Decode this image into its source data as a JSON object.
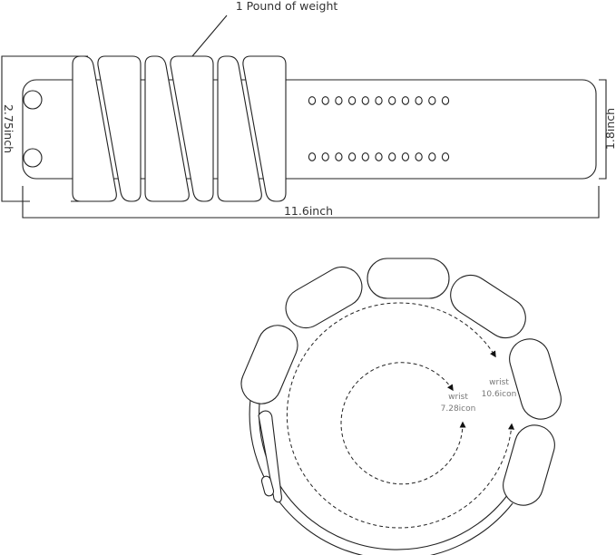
{
  "strap": {
    "weight_label": "1 Pound of weight",
    "height_label": "2.75inch",
    "width_label": "1.8inch",
    "length_label": "11.6inch",
    "hole_rows": 2,
    "holes_per_row": 11
  },
  "wrist": {
    "inner_label": "wrist",
    "inner_value": "7.28icon",
    "outer_label": "wrist",
    "outer_value": "10.6icon"
  }
}
